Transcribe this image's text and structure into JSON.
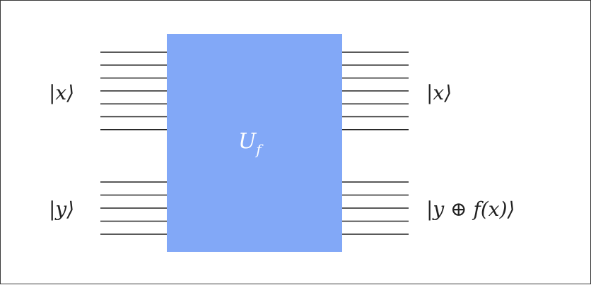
{
  "gate": {
    "label": "U",
    "subscript": "f",
    "fill_color": "#82a8f7",
    "text_color": "#ffffff"
  },
  "registers": {
    "x": {
      "input_label": "|x⟩",
      "output_label": "|x⟩",
      "wire_count": 7
    },
    "y": {
      "input_label": "|y⟩",
      "output_label": "|y ⊕ f(x)⟩",
      "wire_count": 5
    }
  },
  "colors": {
    "wire": "#222222",
    "text": "#222222",
    "frame": "#3a3a3a",
    "background": "#ffffff"
  }
}
